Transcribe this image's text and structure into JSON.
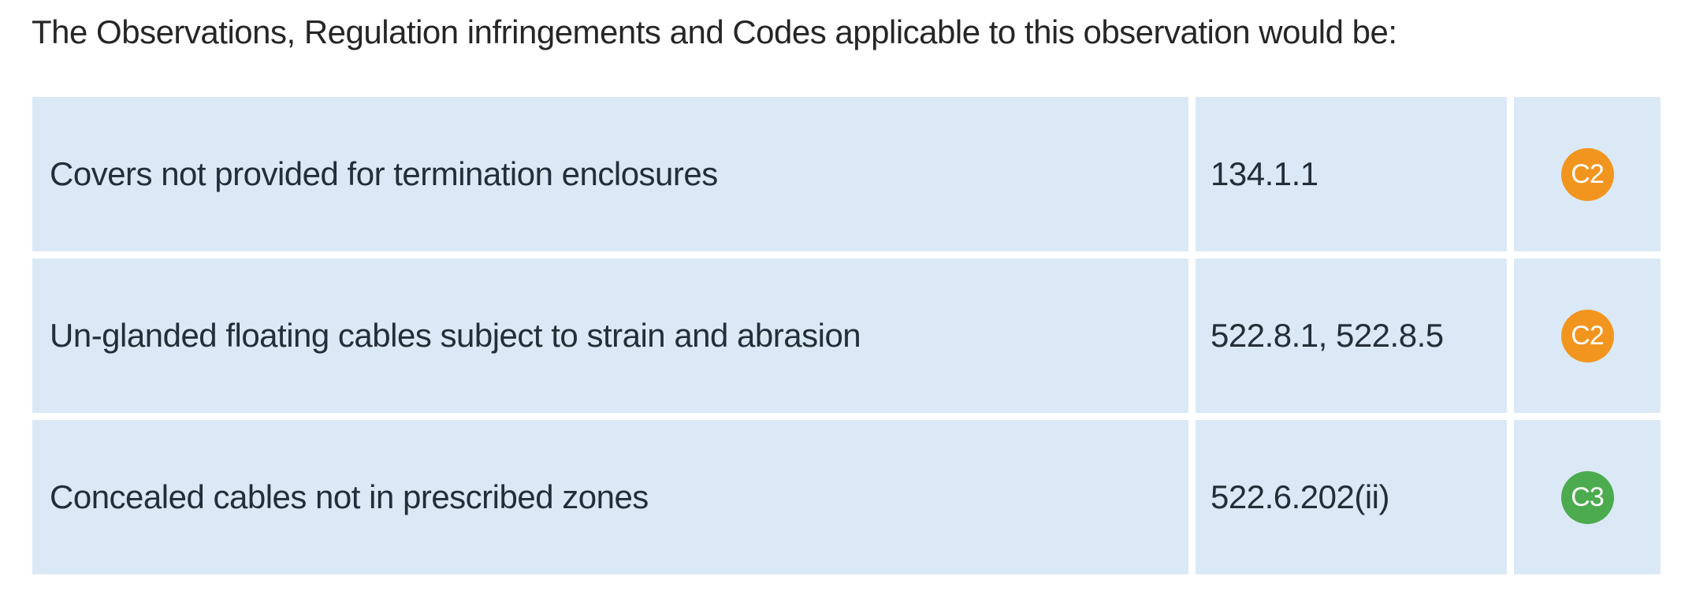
{
  "heading": "The Observations, Regulation infringements and Codes applicable to this observation would be:",
  "table": {
    "rows": [
      {
        "observation": "Covers not provided for termination enclosures",
        "regulation": "134.1.1",
        "code": "C2",
        "code_color": "#F2951F"
      },
      {
        "observation": "Un-glanded floating cables subject to strain and abrasion",
        "regulation": "522.8.1, 522.8.5",
        "code": "C2",
        "code_color": "#F2951F"
      },
      {
        "observation": "Concealed cables not in prescribed zones",
        "regulation": "522.6.202(ii)",
        "code": "C3",
        "code_color": "#4BAB4E"
      }
    ]
  },
  "colors": {
    "cell_background": "#DAE9F5",
    "body_text": "#232E38",
    "heading_text": "#262626",
    "code_c2": "#F2951F",
    "code_c3": "#4BAB4E",
    "badge_text": "#FFFFFF"
  }
}
